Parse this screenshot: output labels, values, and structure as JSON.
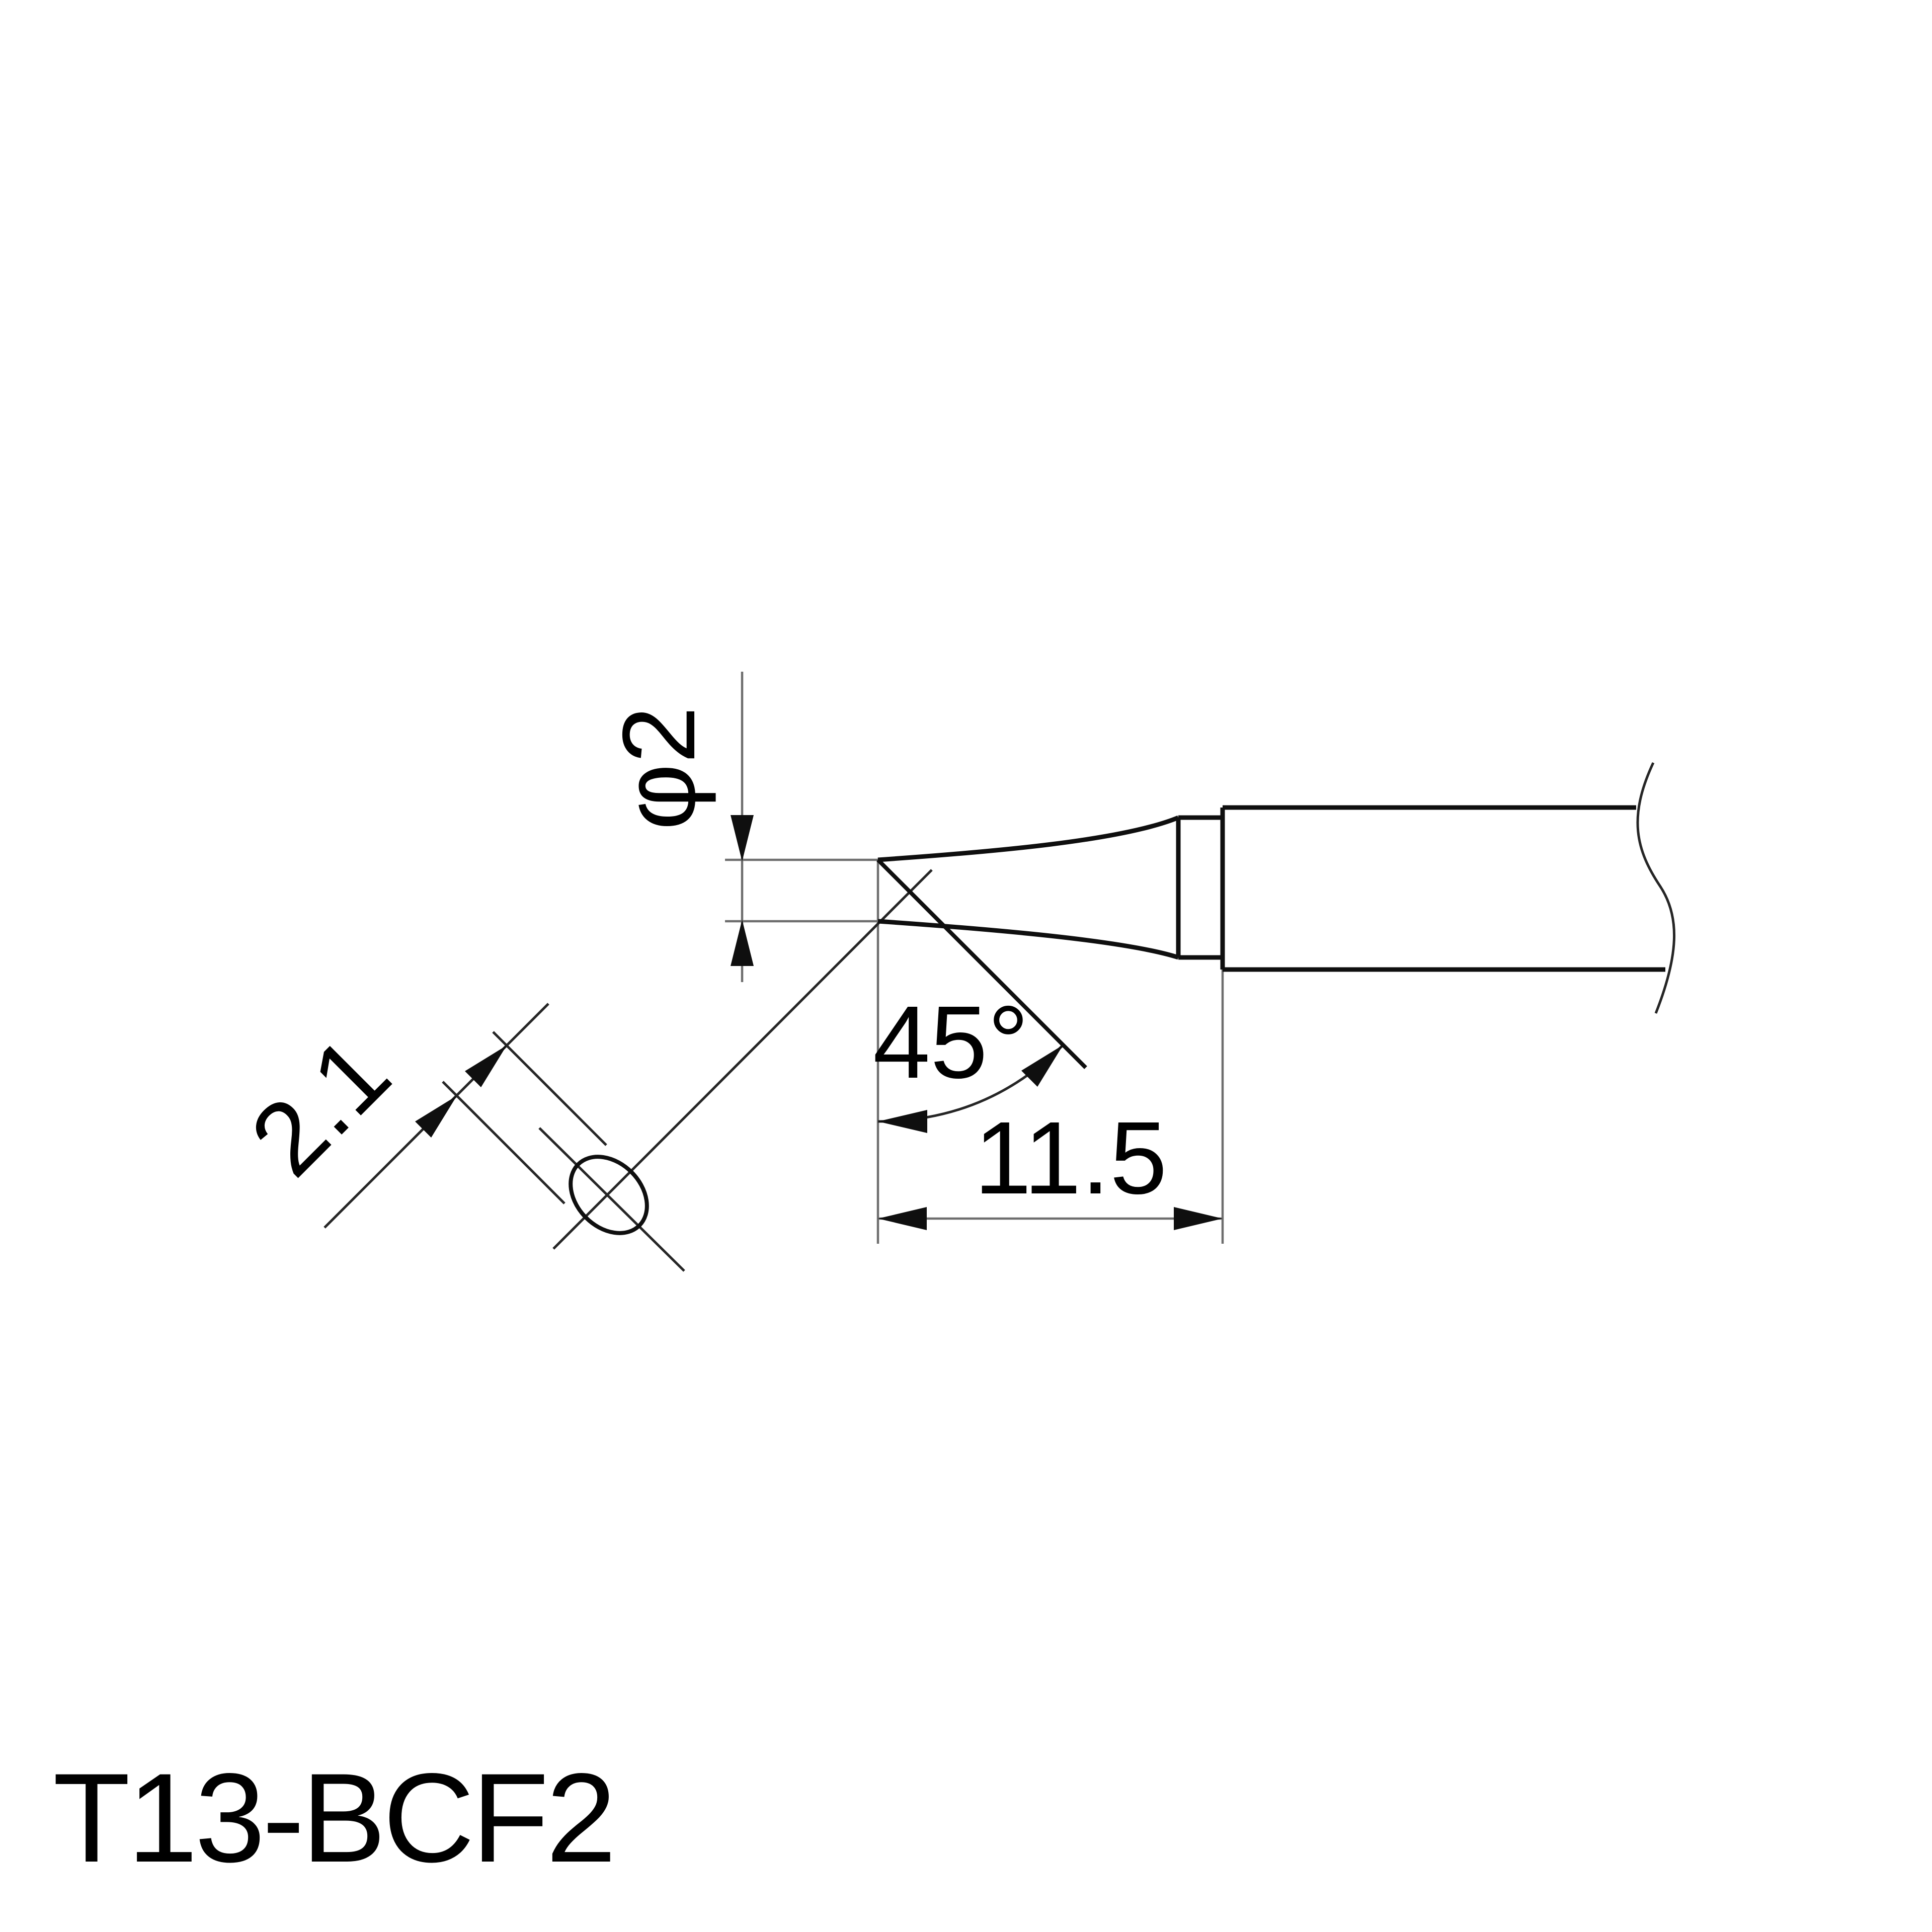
{
  "page": {
    "background_color": "#ffffff"
  },
  "drawing": {
    "part_number": "T13-BCF2",
    "dimension_labels": {
      "tip_diameter": "φ2",
      "bevel_face_length": "2.1",
      "bevel_angle": "45°",
      "tip_length": "11.5"
    },
    "colors": {
      "outline": "#0f0f0f",
      "construction_line": "#262626",
      "dimension_line": "#6e6e6e",
      "text": "#000000"
    }
  }
}
